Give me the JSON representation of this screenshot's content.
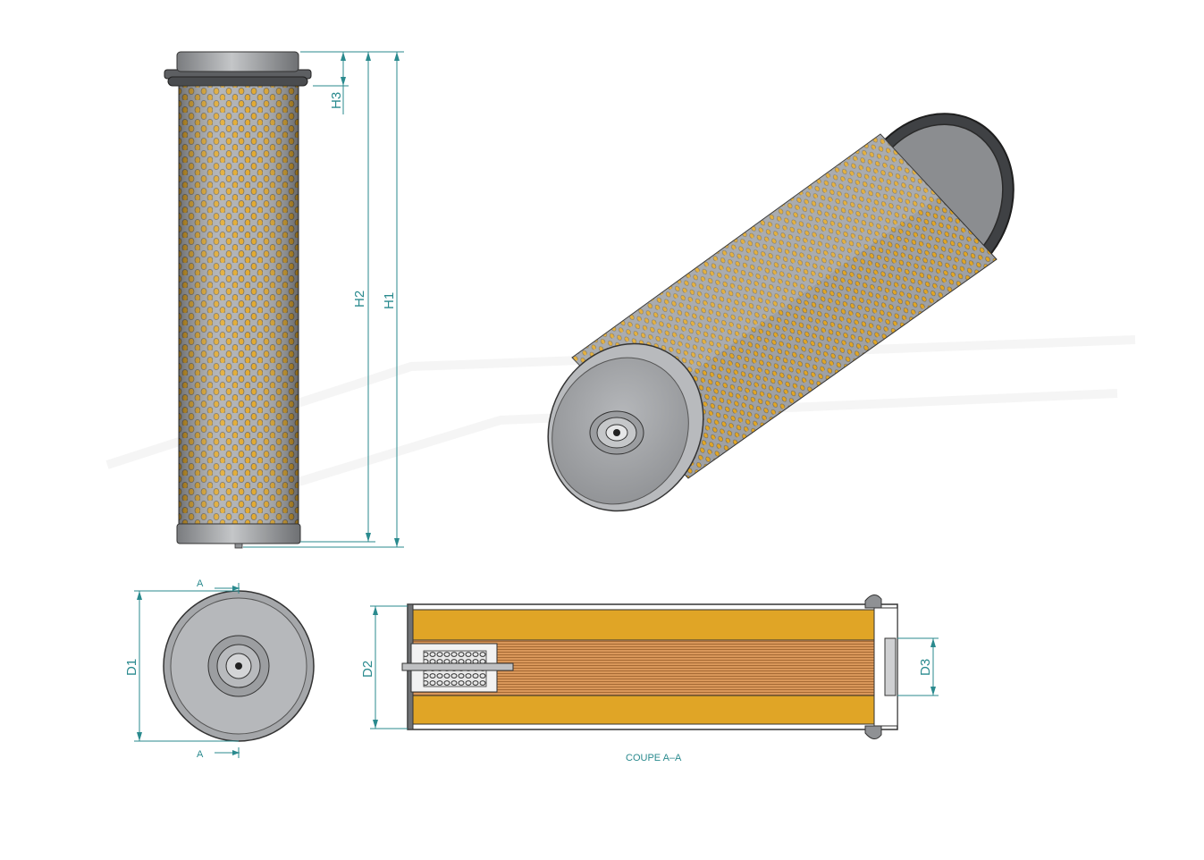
{
  "dimensions": {
    "h1": "H1",
    "h2": "H2",
    "h3": "H3",
    "d1": "D1",
    "d2": "D2",
    "d3": "D3"
  },
  "section": {
    "marker": "A",
    "caption": "COUPE A–A"
  },
  "colors": {
    "dimension": "#2a8a8e",
    "steel": "#a9abae",
    "steel_dark": "#6b6d70",
    "media": "#e0a526",
    "media_pleat": "#a06a2c",
    "outline": "#2b2b2b"
  }
}
